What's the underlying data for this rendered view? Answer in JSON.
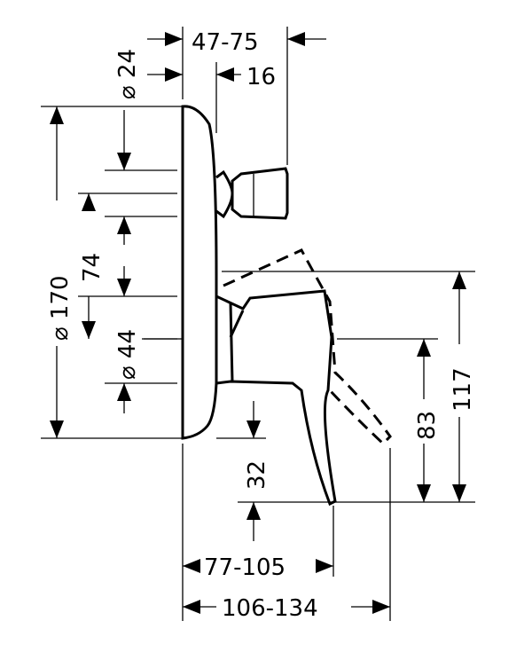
{
  "dimensions": {
    "dia_24": "⌀ 24",
    "range_47_75": "47-75",
    "dim_16": "16",
    "dia_170": "⌀ 170",
    "dim_74": "74",
    "dia_44": "⌀ 44",
    "dim_32": "32",
    "dim_83": "83",
    "dim_117": "117",
    "range_77_105": "77-105",
    "range_106_134": "106-134"
  }
}
